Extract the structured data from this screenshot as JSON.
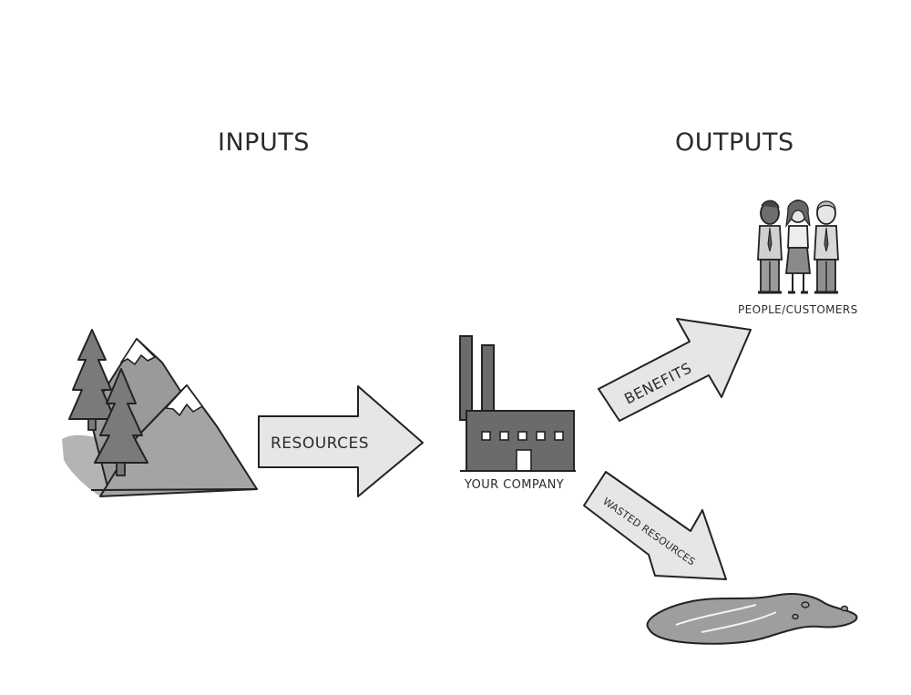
{
  "headings": {
    "inputs": "INPUTS",
    "outputs": "OUTPUTS"
  },
  "arrows": {
    "resources": "RESOURCES",
    "benefits": "BENEFITS",
    "wasted": "WASTED RESOURCES"
  },
  "captions": {
    "company": "YOUR COMPANY",
    "people": "PEOPLE/CUSTOMERS"
  },
  "colors": {
    "ink": "#222222",
    "arrow_fill": "#e6e6e6",
    "factory_fill": "#6b6b6b",
    "mountain_fill": "#9a9a9a",
    "tree_fill": "#7a7a7a",
    "puddle_fill": "#9e9e9e"
  },
  "icons": [
    "mountains-trees-icon",
    "factory-icon",
    "people-icon",
    "puddle-icon"
  ]
}
